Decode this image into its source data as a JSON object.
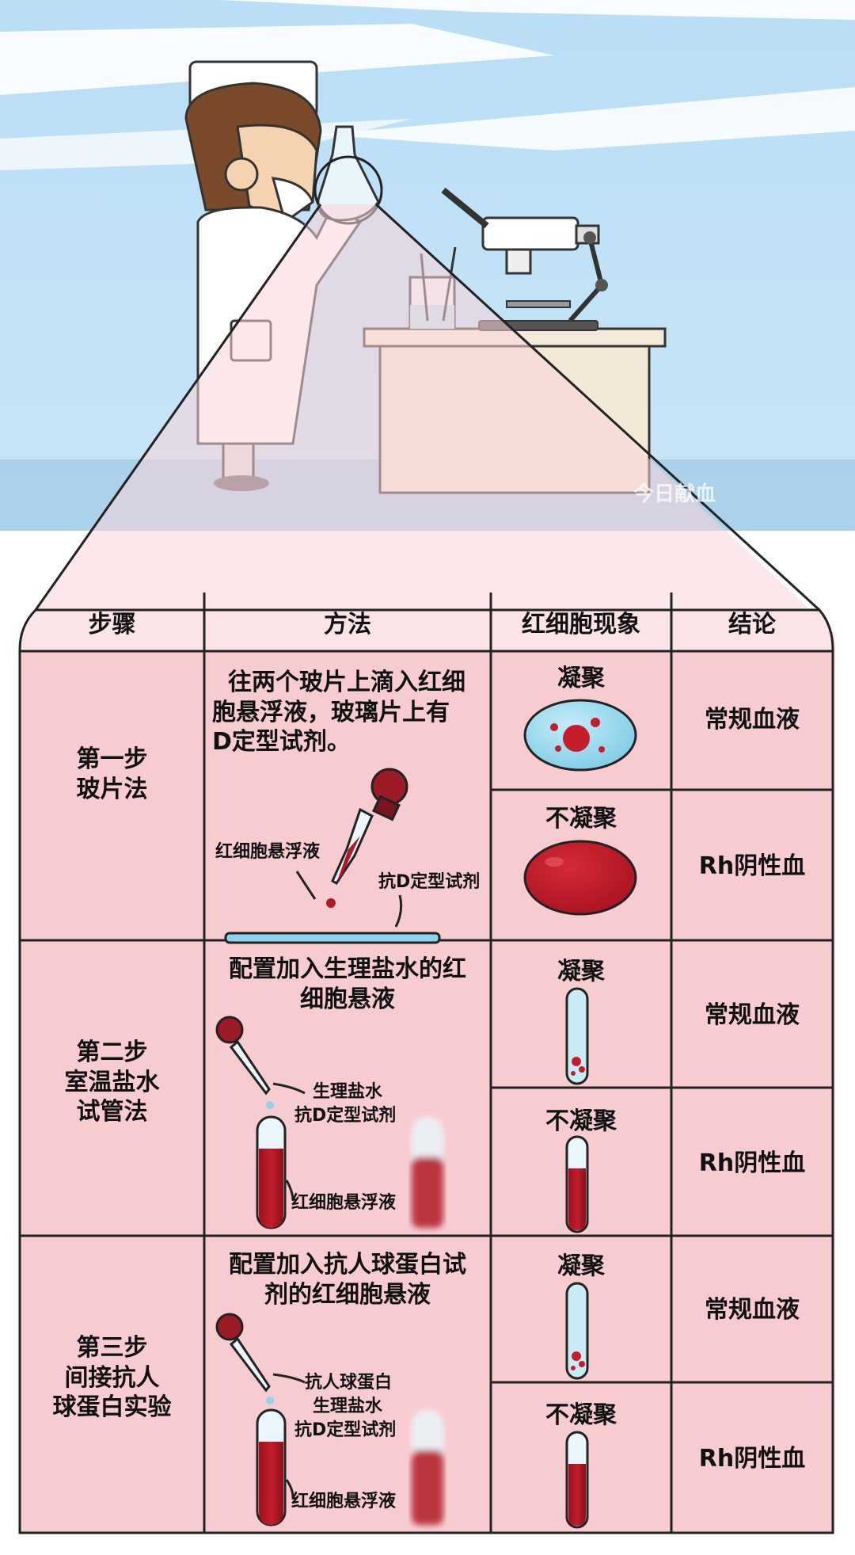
{
  "watermark": "今日献血",
  "table": {
    "headers": [
      "步骤",
      "方法",
      "红细胞现象",
      "结论"
    ],
    "steps": [
      {
        "step_line1": "第一步",
        "step_line2": "玻片法",
        "method_line1": "往两个玻片上滴入红细",
        "method_line2": "胞悬浮液，玻璃片上有",
        "method_line3": "D定型试剂。",
        "anno_cells": "红细胞悬浮液",
        "anno_reagent": "抗D定型试剂",
        "result_a": "凝聚",
        "result_b": "不凝聚",
        "concl_a": "常规血液",
        "concl_b": "Rh阴性血"
      },
      {
        "step_line1": "第二步",
        "step_line2": "室温盐水",
        "step_line3": "试管法",
        "method_line1": "配置加入生理盐水的红",
        "method_line2": "细胞悬液",
        "anno_saline": "生理盐水",
        "anno_reagent": "抗D定型试剂",
        "anno_cells": "红细胞悬浮液",
        "result_a": "凝聚",
        "result_b": "不凝聚",
        "concl_a": "常规血液",
        "concl_b": "Rh阴性血"
      },
      {
        "step_line1": "第三步",
        "step_line2": "间接抗人",
        "step_line3": "球蛋白实验",
        "method_line1": "配置加入抗人球蛋白试",
        "method_line2": "剂的红细胞悬液",
        "anno_globulin": "抗人球蛋白",
        "anno_saline": "生理盐水",
        "anno_reagent": "抗D定型试剂",
        "anno_cells": "红细胞悬浮液",
        "result_a": "凝聚",
        "result_b": "不凝聚",
        "concl_a": "常规血液",
        "concl_b": "Rh阴性血"
      }
    ]
  },
  "colors": {
    "sky": "#bfe0f7",
    "cell_pink": "#f9d4d8",
    "blood": "#b01a26",
    "reagent_blue": "#8fd3ec",
    "line": "#111111"
  }
}
